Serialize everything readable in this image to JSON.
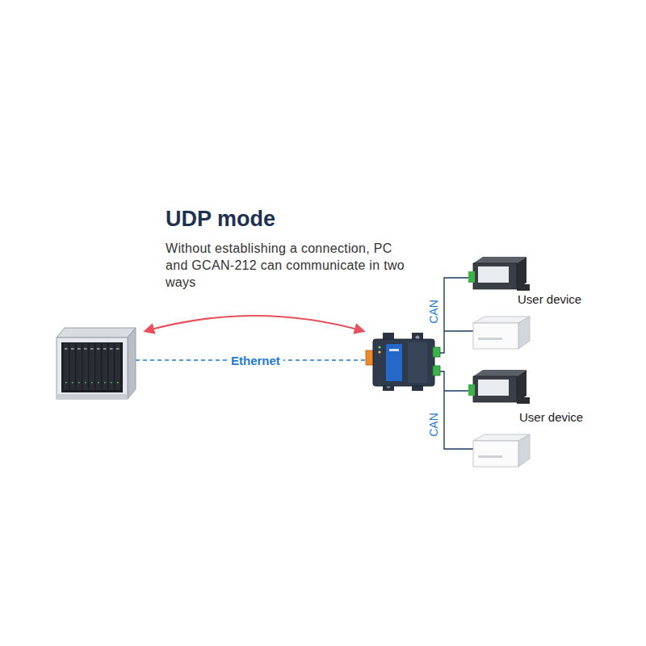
{
  "diagram": {
    "title": "UDP mode",
    "nodes": [
      {
        "text": [
          "User device"
        ]
      },
      {
        "text": [
          "User device"
        ]
      }
    ],
    "labels": [
      "Without establishing a connection, PC and GCAN-212 can communicate in two ways",
      "Ethernet",
      "CAN",
      "CAN"
    ]
  }
}
